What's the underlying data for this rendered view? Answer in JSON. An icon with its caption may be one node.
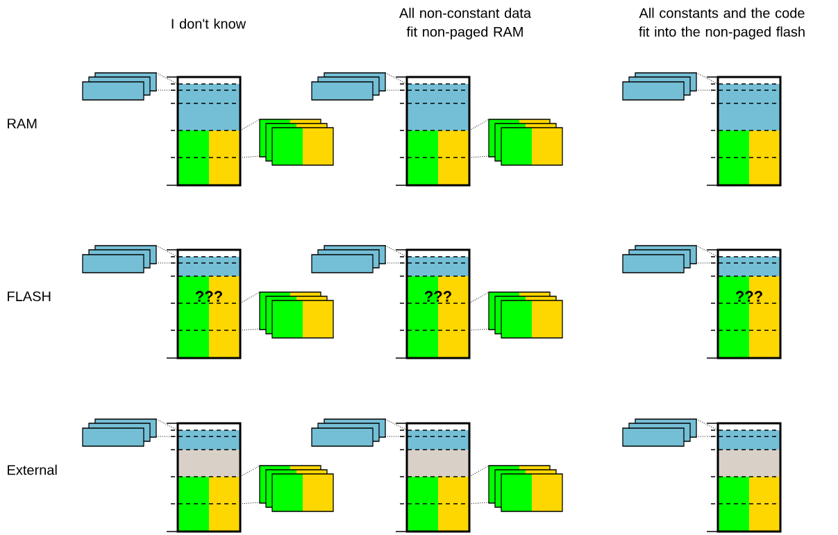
{
  "diagram": {
    "labels": [
      "I don't know",
      "All non-constant data fit non-paged RAM",
      "All constants and the code fit into the non-paged flash",
      "RAM",
      "FLASH",
      "External",
      "???",
      "???",
      "???"
    ]
  }
}
